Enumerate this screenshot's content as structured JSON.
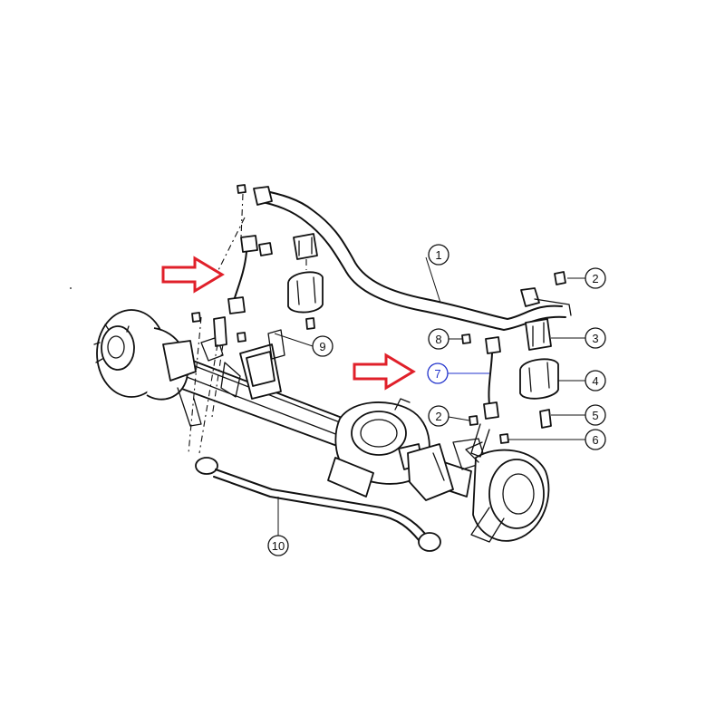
{
  "callouts": [
    {
      "id": "c1",
      "label": "1"
    },
    {
      "id": "c2a",
      "label": "2"
    },
    {
      "id": "c3",
      "label": "3"
    },
    {
      "id": "c4",
      "label": "4"
    },
    {
      "id": "c5",
      "label": "5"
    },
    {
      "id": "c6",
      "label": "6"
    },
    {
      "id": "c2b",
      "label": "2"
    },
    {
      "id": "c7",
      "label": "7"
    },
    {
      "id": "c8",
      "label": "8"
    },
    {
      "id": "c9",
      "label": "9"
    },
    {
      "id": "c10",
      "label": "10"
    }
  ],
  "colors": {
    "arrow": "#e0202a",
    "highlight": "#2233cc",
    "ink": "#111111",
    "background": "#ffffff"
  }
}
